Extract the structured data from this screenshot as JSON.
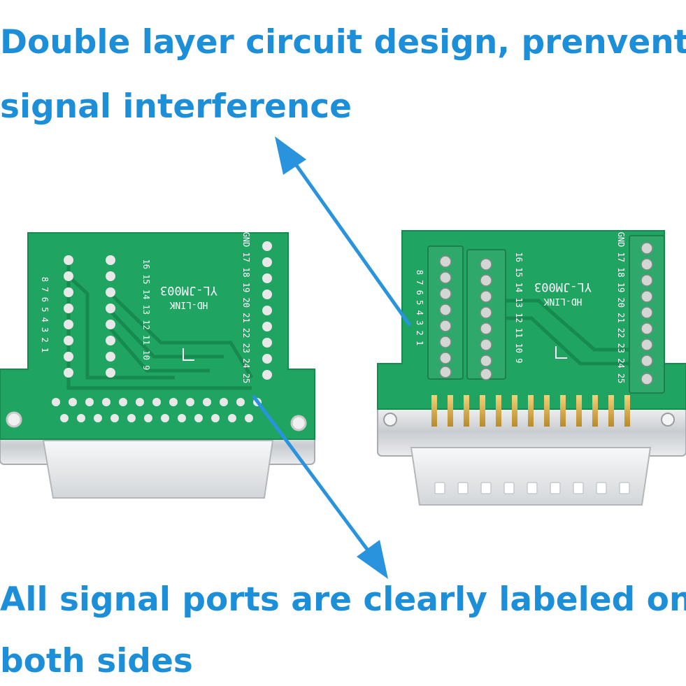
{
  "caption": {
    "top_line_1": "Double layer circuit design, prenvent",
    "top_line_2": "signal interference",
    "bottom_line_1": "All signal ports are clearly labeled on",
    "bottom_line_2": "both sides"
  },
  "board": {
    "model": "YL-JM003",
    "brand": "HD-LINK",
    "ground_label": "GND",
    "left_pin_labels": [
      "1",
      "2",
      "3",
      "4",
      "5",
      "6",
      "7",
      "8"
    ],
    "middle_pin_labels": [
      "9",
      "10",
      "11",
      "12",
      "13",
      "14",
      "15",
      "16"
    ],
    "right_pin_labels": [
      "17",
      "18",
      "19",
      "20",
      "21",
      "22",
      "23",
      "24",
      "25"
    ]
  },
  "colors": {
    "caption": "#1d8fd9",
    "arrow": "#2a93dd",
    "pcb": "#1fa462",
    "pcb_dark": "#178a50",
    "terminal_block": "#2ea86b",
    "gold": "#d9b24a",
    "metal": "#d6d9dc"
  },
  "icons": {
    "arrow_up": "arrow-up-icon",
    "arrow_down": "arrow-down-icon"
  }
}
